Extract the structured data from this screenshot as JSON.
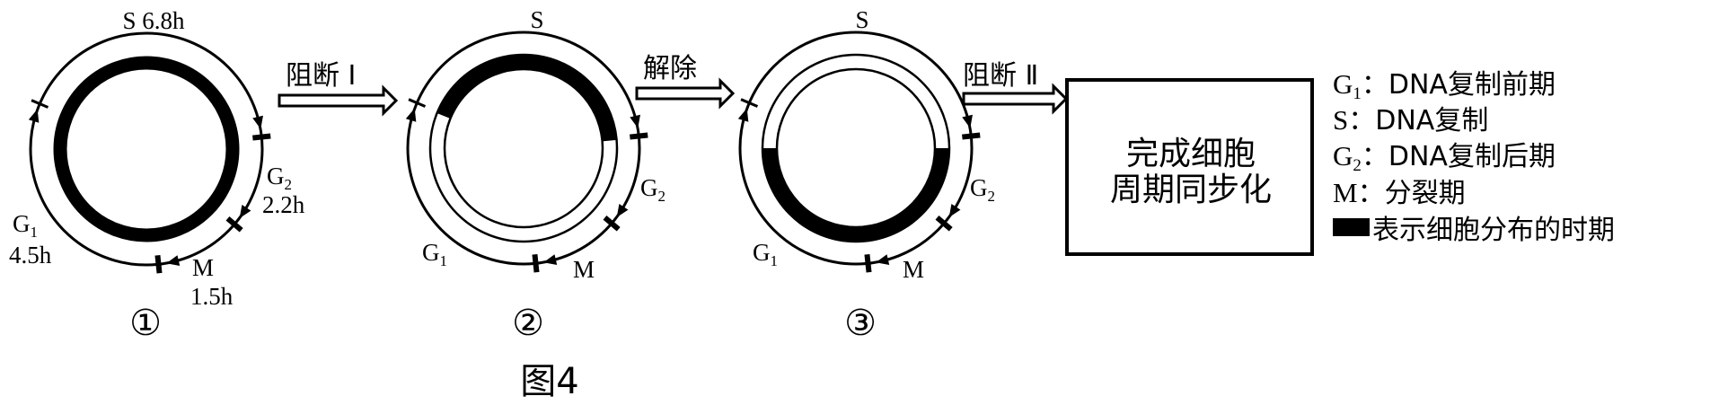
{
  "figure_caption": "图4",
  "panels": [
    {
      "number": "①",
      "s_label": "S 6.8h",
      "g1": {
        "letter": "G",
        "sub": "1",
        "time": "4.5h"
      },
      "g2": {
        "letter": "G",
        "sub": "2",
        "time": "2.2h"
      },
      "m": {
        "letter": "M",
        "time": "1.5h"
      }
    },
    {
      "number": "②",
      "s_label": "S",
      "g1": {
        "letter": "G",
        "sub": "1"
      },
      "g2": {
        "letter": "G",
        "sub": "2"
      },
      "m": {
        "letter": "M"
      }
    },
    {
      "number": "③",
      "s_label": "S",
      "g1": {
        "letter": "G",
        "sub": "1"
      },
      "g2": {
        "letter": "G",
        "sub": "2"
      },
      "m": {
        "letter": "M"
      }
    }
  ],
  "arrows": [
    {
      "label": "阻断 Ⅰ"
    },
    {
      "label": "解除"
    },
    {
      "label": "阻断 Ⅱ"
    }
  ],
  "result_box": {
    "line1": "完成细胞",
    "line2": "周期同步化"
  },
  "legend": [
    {
      "letter": "G",
      "sub": "1",
      "desc": "：DNA复制前期"
    },
    {
      "letter": "S",
      "sub": "",
      "desc": "：DNA复制"
    },
    {
      "letter": "G",
      "sub": "2",
      "desc": "：DNA复制后期"
    },
    {
      "letter": "M",
      "sub": "",
      "desc": "：分裂期"
    },
    {
      "letter": "",
      "sub": "",
      "desc": "表示细胞分布的时期"
    }
  ],
  "colors": {
    "ink": "#000000",
    "background": "#ffffff"
  }
}
